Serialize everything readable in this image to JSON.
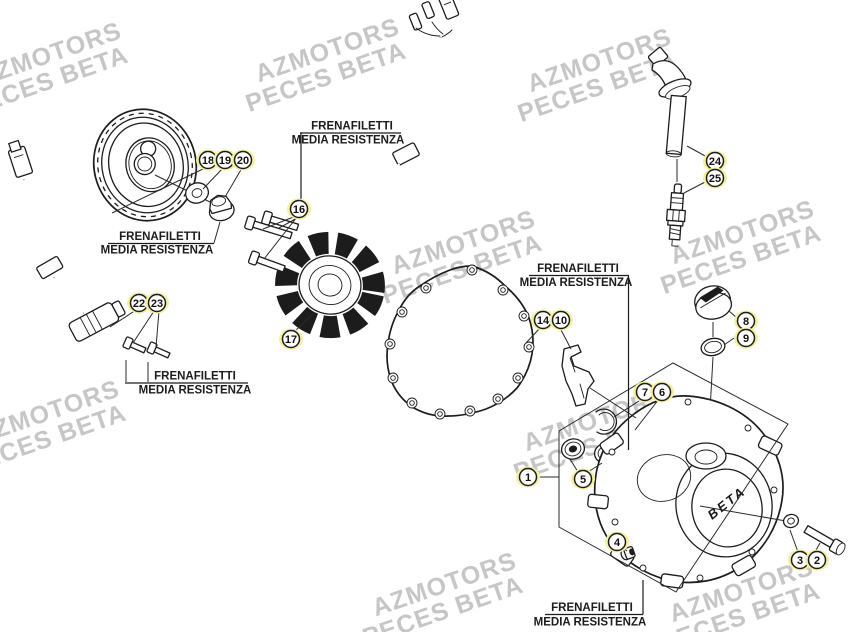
{
  "diagram": {
    "watermark": {
      "line1": "AZMOTORS",
      "line2": "PECES BETA"
    },
    "note": {
      "line1": "FRENAFILETTI",
      "line2": "MEDIA RESISTENZA"
    },
    "cover_logo": "BETA",
    "callouts": {
      "cover_assembly": "1",
      "cover_bolt": "2",
      "cover_washer": "3",
      "plug_screw": "4",
      "oil_seals": "5",
      "bearing": "6",
      "snap_ring": "7",
      "oil_fill_cap": "8",
      "oring": "9",
      "bracket_screw": "10",
      "gasket": "14",
      "stator_screws": "16",
      "stator": "17",
      "flywheel": "18",
      "flywheel_washer": "19",
      "flywheel_nut": "20",
      "pickup_coil": "22",
      "pickup_screws": "23",
      "spark_plug_cap": "24",
      "spark_plug": "25"
    }
  }
}
